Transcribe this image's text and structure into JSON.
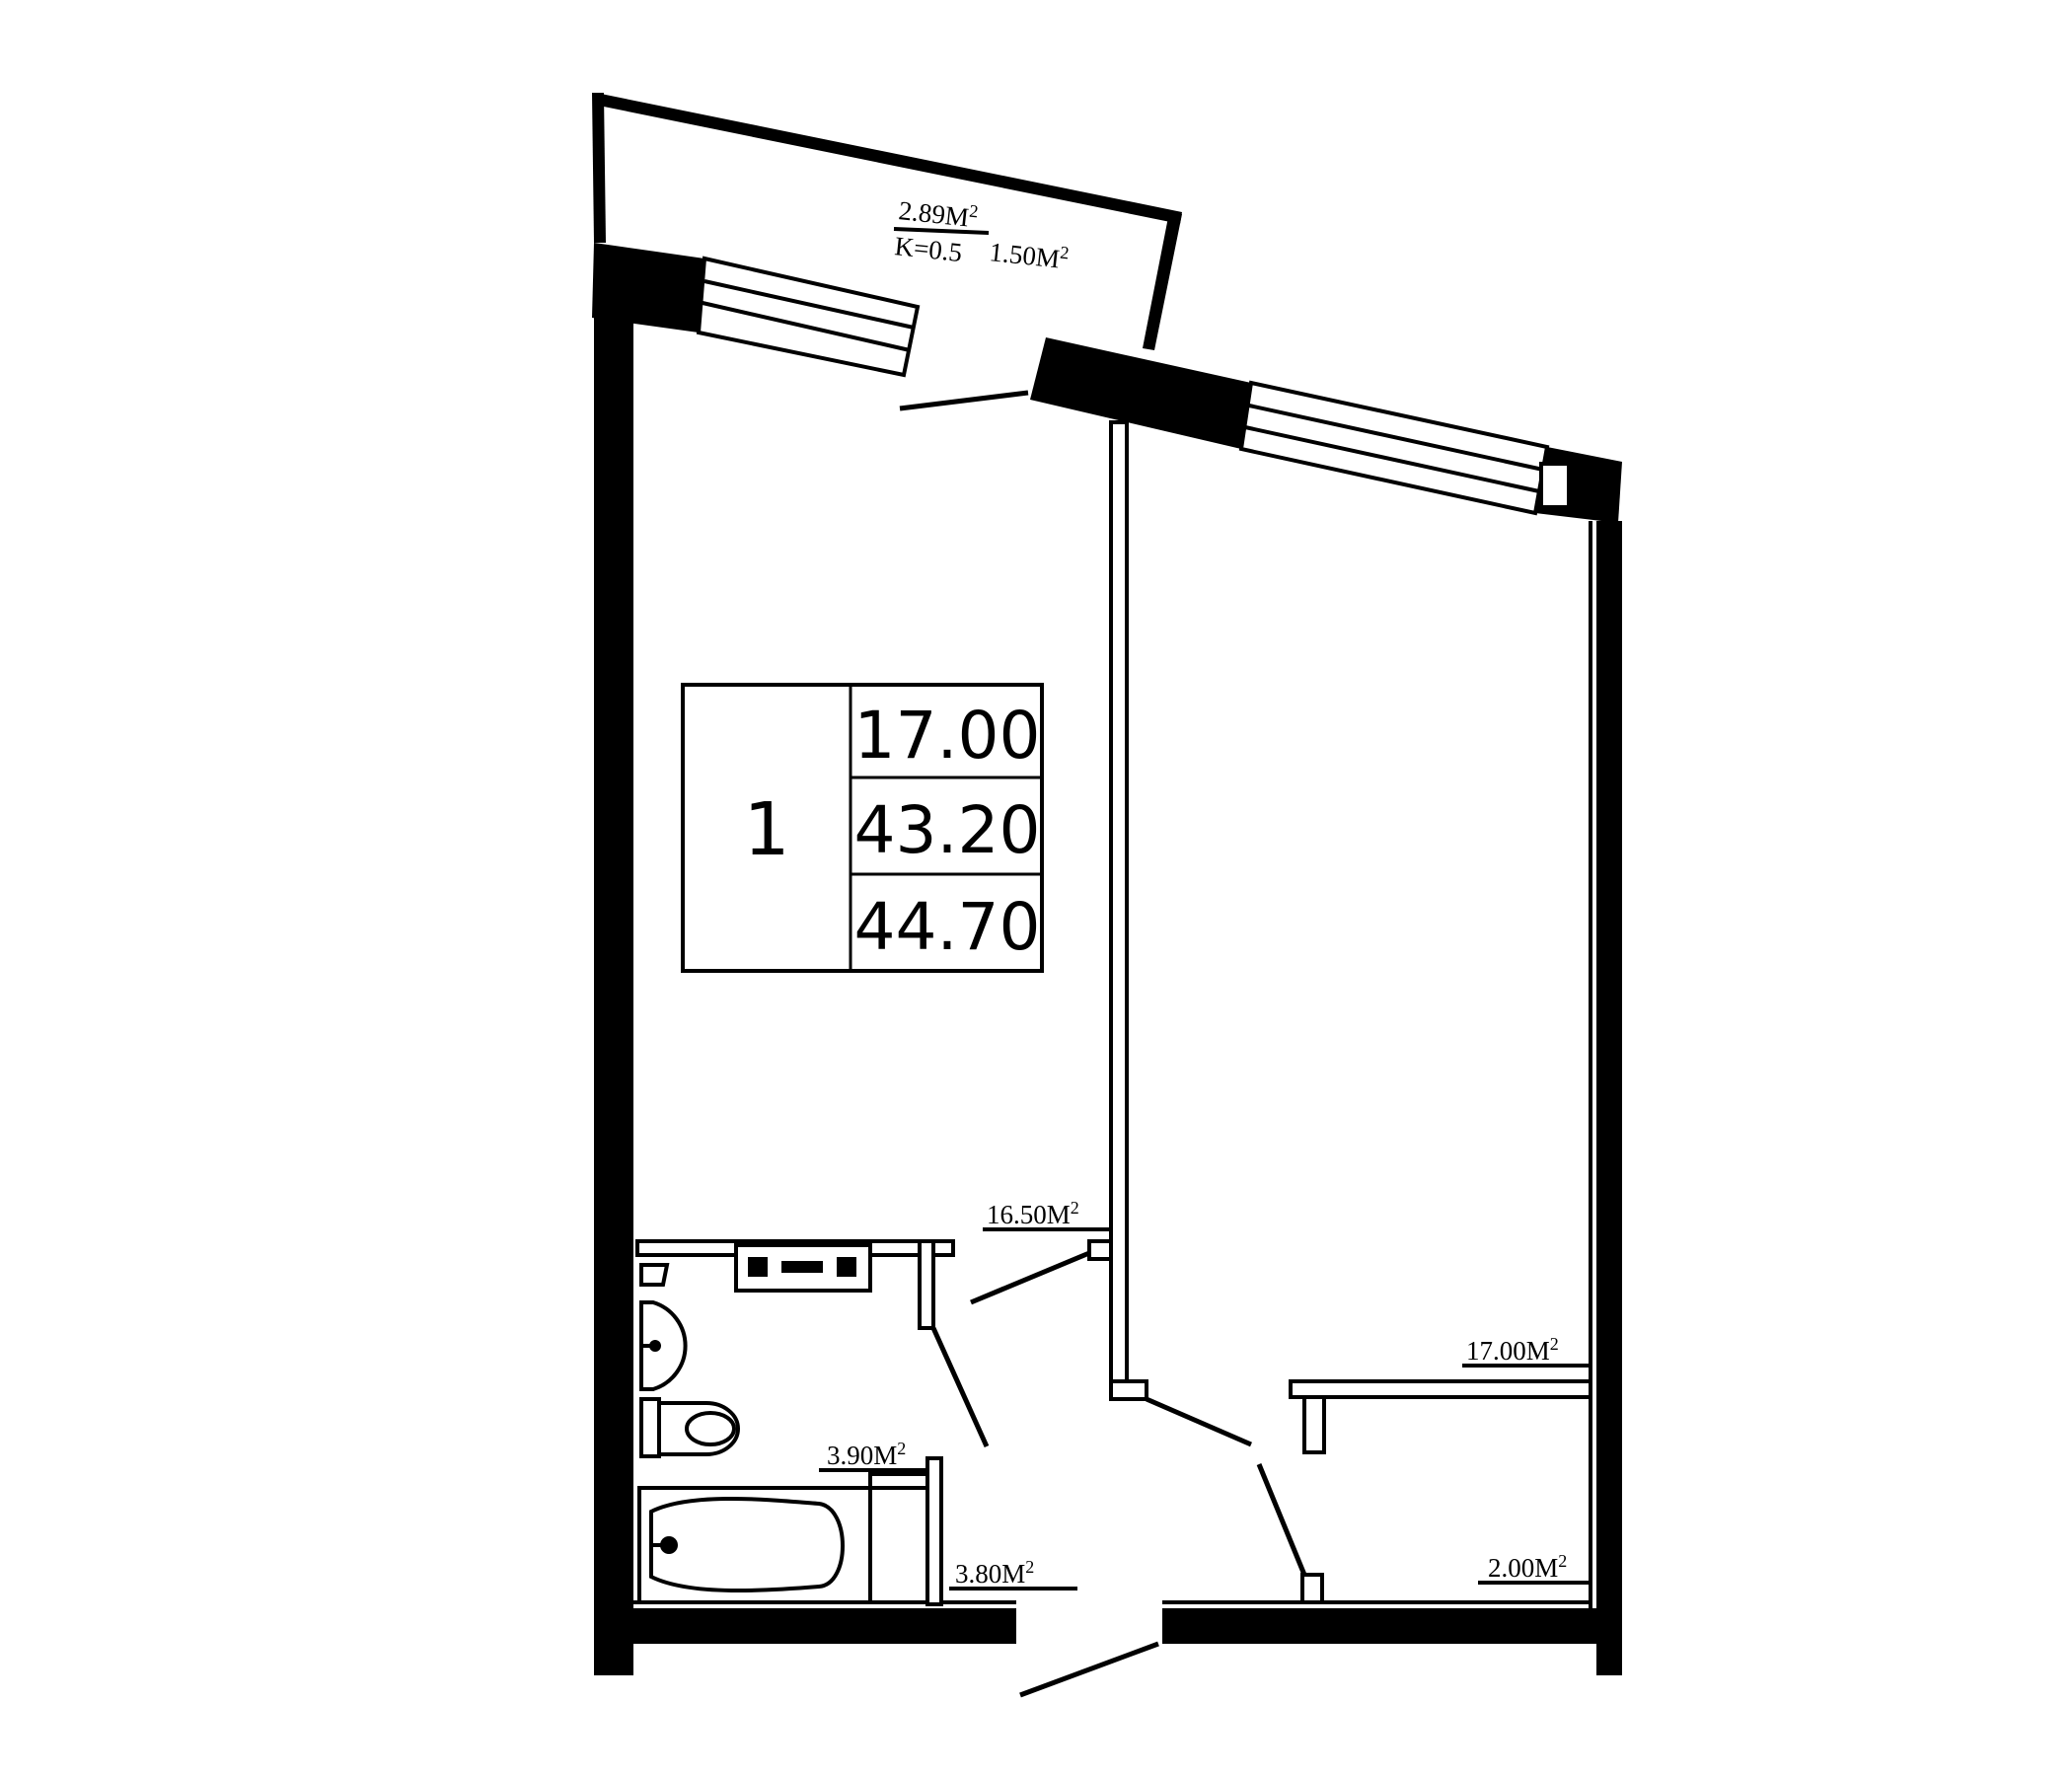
{
  "stamp": {
    "rooms": "1",
    "living_area": "17.00",
    "total_area": "43.20",
    "total_area_with_balcony": "44.70"
  },
  "balcony": {
    "area": "2.89",
    "coefficient": "K=0.5",
    "reduced_area": "1.50",
    "unit": "М"
  },
  "rooms": [
    {
      "id": "kitchen",
      "area": "16.50",
      "unit": "М"
    },
    {
      "id": "living-room",
      "area": "17.00",
      "unit": "М"
    },
    {
      "id": "bathroom",
      "area": "3.90",
      "unit": "М"
    },
    {
      "id": "hallway",
      "area": "3.80",
      "unit": "М"
    },
    {
      "id": "closet",
      "area": "2.00",
      "unit": "М"
    }
  ],
  "unit_superscript": "2"
}
